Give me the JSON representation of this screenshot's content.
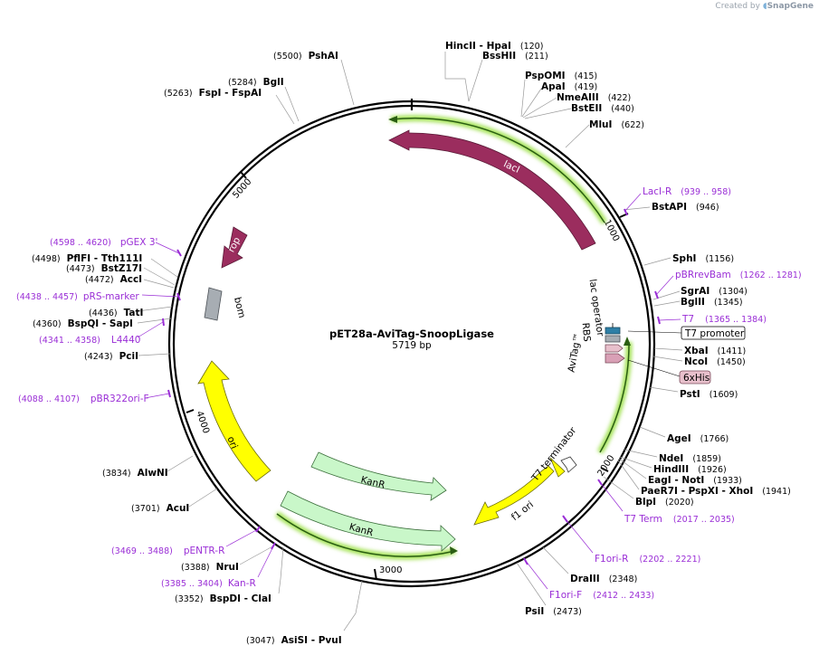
{
  "credit": {
    "prefix": "Created by",
    "brand": "SnapGene"
  },
  "plasmid": {
    "name": "pET28a-AviTag-SnoopLigase",
    "size_label": "5719 bp"
  },
  "ticks": [
    "1000",
    "2000",
    "3000",
    "4000",
    "5000"
  ],
  "enzymes": [
    {
      "name": "HincII",
      "sep": " - ",
      "name2": "HpaI",
      "pos": "(120)"
    },
    {
      "name": "BssHII",
      "pos": "(211)"
    },
    {
      "name": "PspOMI",
      "pos": "(415)"
    },
    {
      "name": "ApaI",
      "pos": "(419)"
    },
    {
      "name": "NmeAIII",
      "pos": "(422)"
    },
    {
      "name": "BstEII",
      "pos": "(440)"
    },
    {
      "name": "MluI",
      "pos": "(622)"
    },
    {
      "name": "BstAPI",
      "pos": "(946)"
    },
    {
      "name": "SphI",
      "pos": "(1156)"
    },
    {
      "name": "SgrAI",
      "pos": "(1304)"
    },
    {
      "name": "BglII",
      "pos": "(1345)"
    },
    {
      "name": "XbaI",
      "pos": "(1411)"
    },
    {
      "name": "NcoI",
      "pos": "(1450)"
    },
    {
      "name": "PstI",
      "pos": "(1609)"
    },
    {
      "name": "AgeI",
      "pos": "(1766)"
    },
    {
      "name": "NdeI",
      "pos": "(1859)"
    },
    {
      "name": "HindIII",
      "pos": "(1926)"
    },
    {
      "name": "EagI",
      "sep": " - ",
      "name2": "NotI",
      "pos": "(1933)"
    },
    {
      "name": "PaeR7I",
      "sep": " - ",
      "name2": "PspXI",
      "sep2": " - ",
      "name3": "XhoI",
      "pos": "(1941)"
    },
    {
      "name": "BlpI",
      "pos": "(2020)"
    },
    {
      "name": "DraIII",
      "pos": "(2348)"
    },
    {
      "name": "PsiI",
      "pos": "(2473)"
    },
    {
      "name": "AsiSI",
      "sep": " - ",
      "name2": "PvuI",
      "pos": "(3047)"
    },
    {
      "name": "BspDI",
      "sep": " - ",
      "name2": "ClaI",
      "pos": "(3352)"
    },
    {
      "name": "NruI",
      "pos": "(3388)"
    },
    {
      "name": "AcuI",
      "pos": "(3701)"
    },
    {
      "name": "AlwNI",
      "pos": "(3834)"
    },
    {
      "name": "PciI",
      "pos": "(4243)"
    },
    {
      "name": "BspQI",
      "sep": " - ",
      "name2": "SapI",
      "pos": "(4360)"
    },
    {
      "name": "TatI",
      "pos": "(4436)"
    },
    {
      "name": "AccI",
      "pos": "(4472)"
    },
    {
      "name": "BstZ17I",
      "pos": "(4473)"
    },
    {
      "name": "PflFI",
      "sep": " - ",
      "name2": "Tth111I",
      "pos": "(4498)"
    },
    {
      "name": "FspI",
      "sep": " - ",
      "name2": "FspAI",
      "pos": "(5263)"
    },
    {
      "name": "BglI",
      "pos": "(5284)"
    },
    {
      "name": "PshAI",
      "pos": "(5500)"
    }
  ],
  "primers": [
    {
      "name": "LacI-R",
      "range": "(939 .. 958)"
    },
    {
      "name": "pBRrevBam",
      "range": "(1262 .. 1281)"
    },
    {
      "name": "T7",
      "range": "(1365 .. 1384)"
    },
    {
      "name": "T7 Term",
      "range": "(2017 .. 2035)"
    },
    {
      "name": "F1ori-R",
      "range": "(2202 .. 2221)"
    },
    {
      "name": "F1ori-F",
      "range": "(2412 .. 2433)"
    },
    {
      "name": "Kan-R",
      "range": "(3385 .. 3404)"
    },
    {
      "name": "pENTR-R",
      "range": "(3469 .. 3488)"
    },
    {
      "name": "pBR322ori-F",
      "range": "(4088 .. 4107)"
    },
    {
      "name": "L4440",
      "range": "(4341 .. 4358)"
    },
    {
      "name": "pRS-marker",
      "range": "(4438 .. 4457)"
    },
    {
      "name": "pGEX 3'",
      "range": "(4598 .. 4620)"
    }
  ],
  "features": {
    "lacI": "lacI",
    "rop": "rop",
    "bom": "bom",
    "ori": "ori",
    "kanr1": "KanR",
    "kanr2": "KanR",
    "f1ori": "f1 ori",
    "t7term": "T7 terminator",
    "lacop": "lac operator",
    "rbs": "RBS",
    "avitag": "AviTag™",
    "t7prom": "T7 promoter",
    "his": "6xHis"
  },
  "colors": {
    "lacI": "#9b2d5e",
    "rop": "#9b2d5e",
    "ori": "#ffff00",
    "kanr": "#c9f7c9",
    "bom": "#a7adb3",
    "primer": "#9a2ed6",
    "orf_highlight": "#a6e35a",
    "t7_box": "#2e7fa6",
    "his_box": "#e8c0cc"
  }
}
